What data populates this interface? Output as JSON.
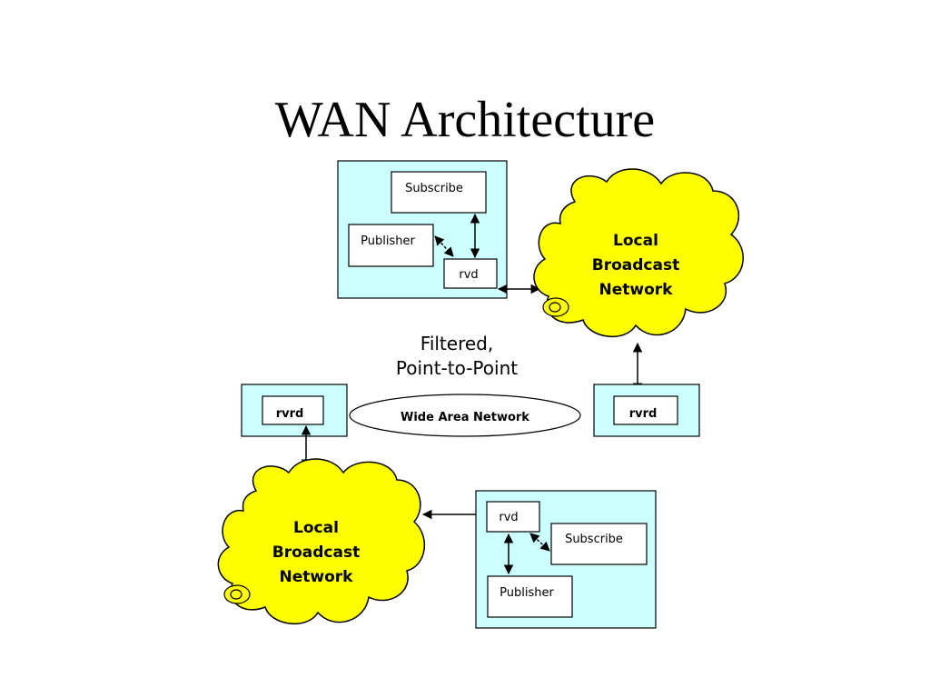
{
  "title": "WAN Architecture",
  "top_host": {
    "subscribe": "Subscribe",
    "publisher": "Publisher",
    "daemon": "rvd"
  },
  "top_cloud": {
    "line1": "Local",
    "line2": "Broadcast",
    "line3": "Network"
  },
  "wan_note": {
    "line1": "Filtered,",
    "line2": "Point-to-Point"
  },
  "left_router": "rvrd",
  "right_router": "rvrd",
  "wan": "Wide Area Network",
  "bottom_cloud": {
    "line1": "Local",
    "line2": "Broadcast",
    "line3": "Network"
  },
  "bottom_host": {
    "daemon": "rvd",
    "subscribe": "Subscribe",
    "publisher": "Publisher"
  },
  "colors": {
    "host_fill": "#ccffff",
    "cloud_fill": "#ffff00",
    "line": "#000000"
  }
}
